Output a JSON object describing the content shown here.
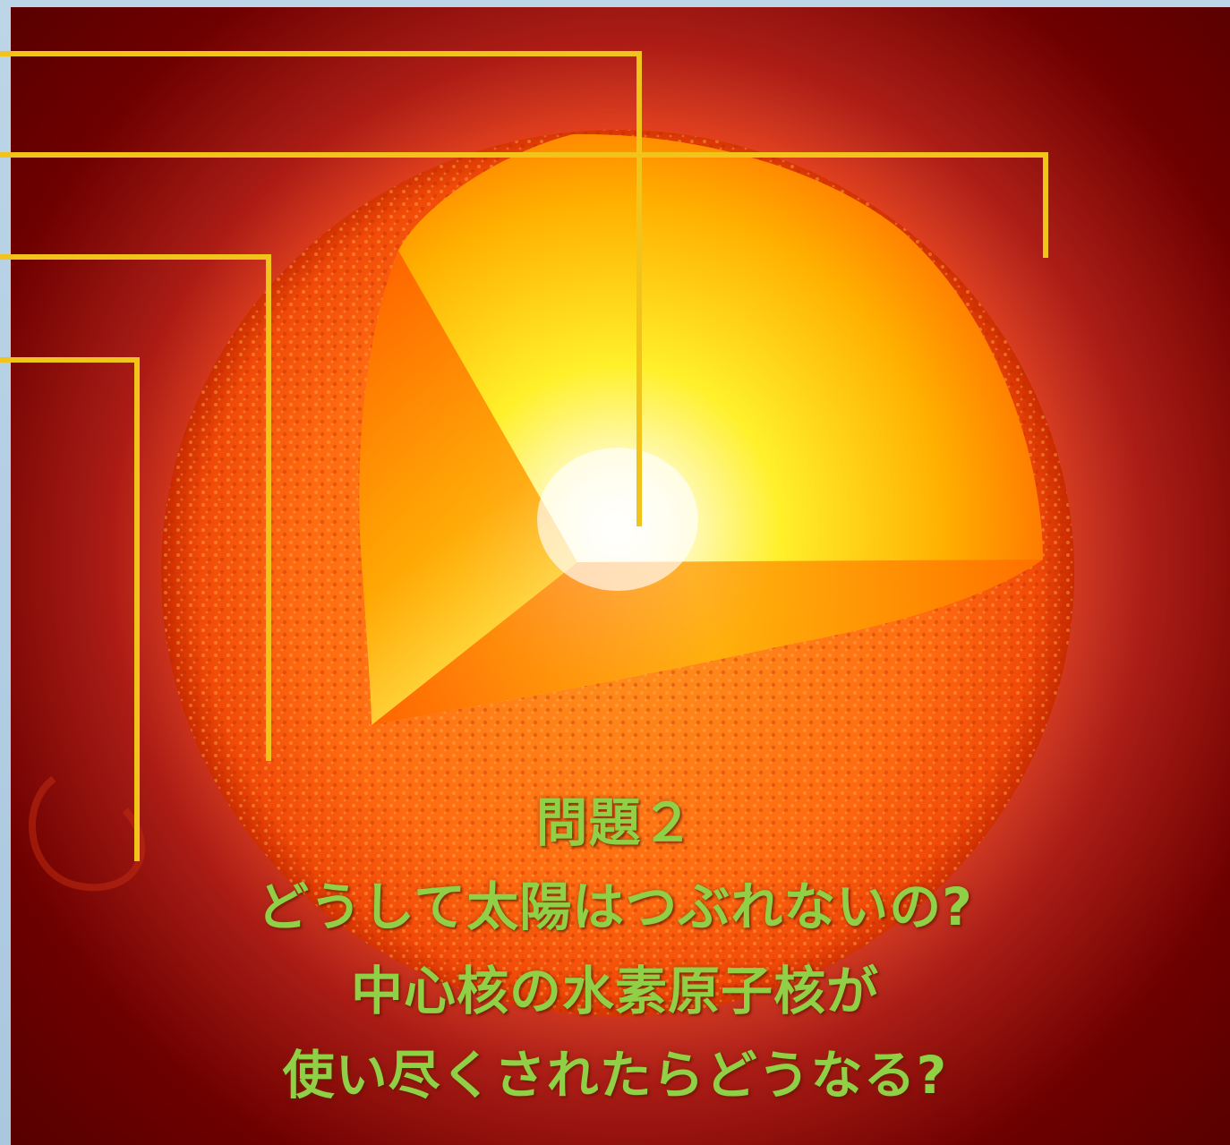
{
  "caption": {
    "line1": "問題２",
    "line2": "どうして太陽はつぶれないの?",
    "line3": "中心核の水素原子核が",
    "line4": "使い尽くされたらどうなる?"
  },
  "colors": {
    "leader_line": "#f2c31b",
    "caption_text": "#8fd046",
    "background_outer": "#6e0000",
    "photosphere": "#ff6a00",
    "core": "#fff27a"
  }
}
